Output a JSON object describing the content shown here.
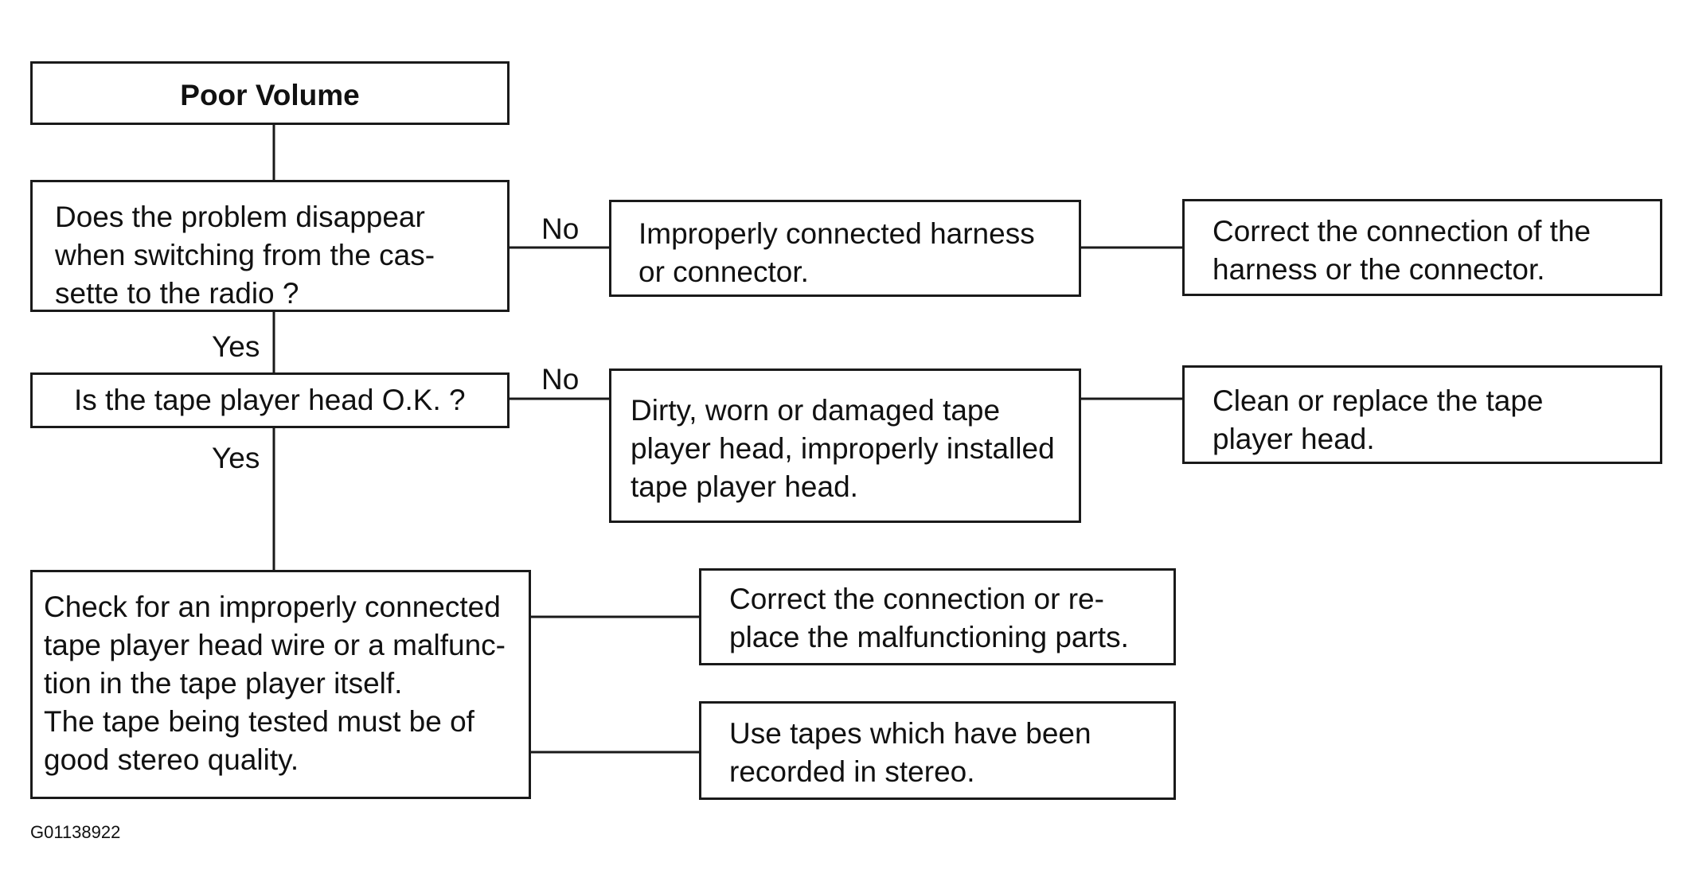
{
  "nodes": {
    "start": "Poor Volume",
    "q_disappear": "Does the problem disappear\nwhen switching from the cas-\nsette to the radio ?",
    "cause_harness": "Improperly connected harness\nor connector.",
    "fix_harness": "Correct the connection of the\nharness or the connector.",
    "q_head": "Is the tape player head O.K. ?",
    "cause_head": "Dirty, worn or damaged tape\nplayer head, improperly installed\ntape player head.",
    "fix_head": "Clean or replace the tape\nplayer head.",
    "check_wire": "Check for an improperly connected\ntape player head wire or a malfunc-\ntion in the tape player itself.\nThe tape being tested must be of\ngood stereo quality.",
    "fix_connection": "Correct the connection or re-\nplace the malfunctioning parts.",
    "fix_tapes": "Use tapes which have been\nrecorded in stereo."
  },
  "edge_labels": {
    "no_1": "No",
    "yes_1": "Yes",
    "no_2": "No",
    "yes_2": "Yes"
  },
  "figure_code": "G01138922"
}
